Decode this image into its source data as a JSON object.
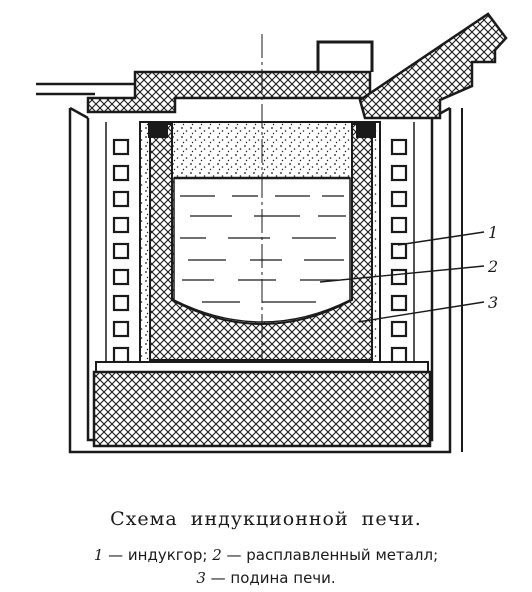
{
  "diagram": {
    "callouts": {
      "c1": "1",
      "c2": "2",
      "c3": "3"
    }
  },
  "caption": {
    "title": "Схема индукционной печи.",
    "legend": {
      "n1": "1",
      "t1": " — индукгор; ",
      "n2": "2",
      "t2": " — расплавленный металл;",
      "n3": "3",
      "t3": " — подина печи."
    }
  },
  "colors": {
    "ink": "#1a1a1a",
    "background": "#ffffff"
  }
}
